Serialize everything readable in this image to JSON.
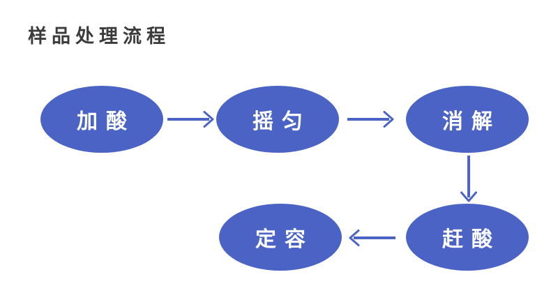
{
  "page": {
    "title": "样品处理流程"
  },
  "colors": {
    "background": "#ffffff",
    "title": "#3b3b3b",
    "node_fill": "#4a63c5",
    "node_text": "#ffffff",
    "arrow": "#4a63c5"
  },
  "flowchart": {
    "nodes": [
      {
        "id": "add-acid",
        "label": "加酸"
      },
      {
        "id": "shake-well",
        "label": "摇匀"
      },
      {
        "id": "digest",
        "label": "消解"
      },
      {
        "id": "drive-off-acid",
        "label": "赶酸"
      },
      {
        "id": "fix-volume",
        "label": "定容"
      }
    ],
    "edges": [
      {
        "from": "加酸",
        "to": "摇匀",
        "direction": "right"
      },
      {
        "from": "摇匀",
        "to": "消解",
        "direction": "right"
      },
      {
        "from": "消解",
        "to": "赶酸",
        "direction": "down"
      },
      {
        "from": "赶酸",
        "to": "定容",
        "direction": "left"
      }
    ]
  }
}
